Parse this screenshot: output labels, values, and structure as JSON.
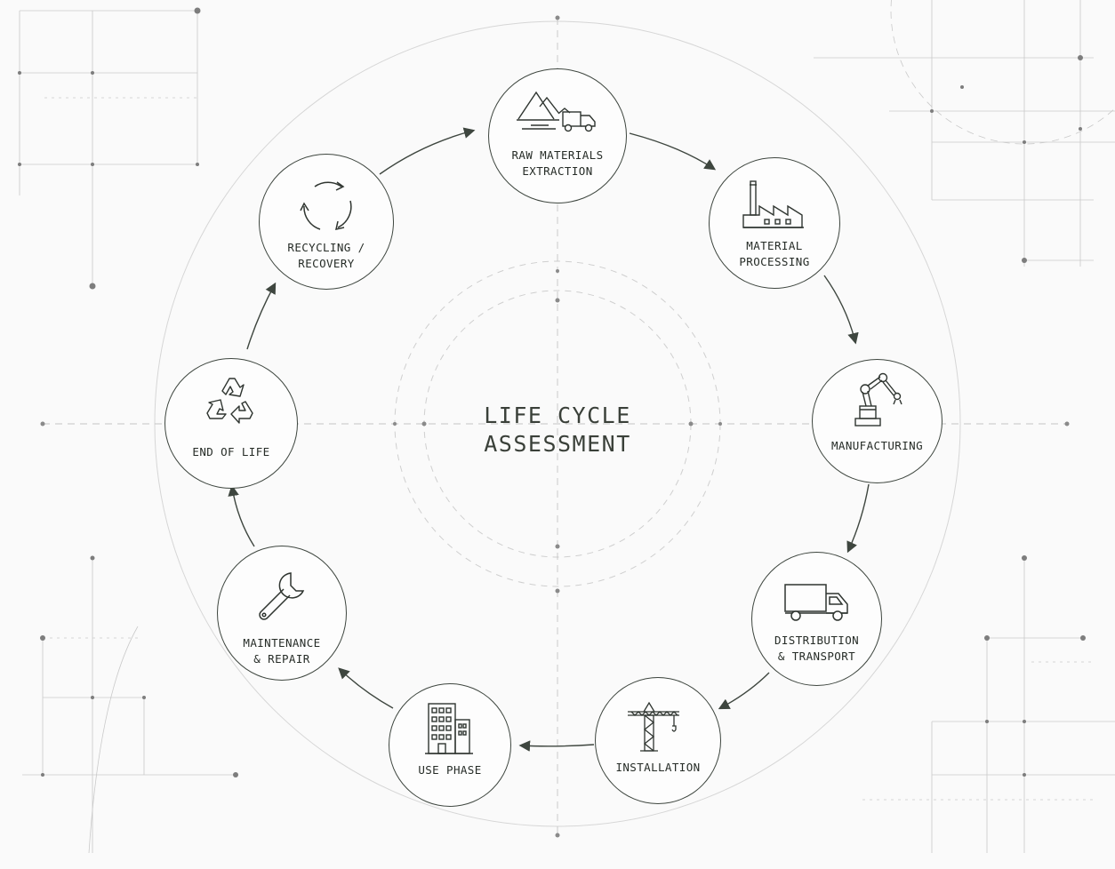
{
  "title": {
    "line1": "LIFE CYCLE",
    "line2": "ASSESSMENT"
  },
  "stages": [
    {
      "id": "raw-materials",
      "label": "RAW MATERIALS\nEXTRACTION",
      "icon": "mountains-truck-icon"
    },
    {
      "id": "material-processing",
      "label": "MATERIAL\nPROCESSING",
      "icon": "factory-icon"
    },
    {
      "id": "manufacturing",
      "label": "MANUFACTURING",
      "icon": "robot-arm-icon"
    },
    {
      "id": "distribution",
      "label": "DISTRIBUTION\n& TRANSPORT",
      "icon": "truck-icon"
    },
    {
      "id": "installation",
      "label": "INSTALLATION",
      "icon": "crane-icon"
    },
    {
      "id": "use-phase",
      "label": "USE PHASE",
      "icon": "building-icon"
    },
    {
      "id": "maintenance",
      "label": "MAINTENANCE\n& REPAIR",
      "icon": "wrench-icon"
    },
    {
      "id": "end-of-life",
      "label": "END OF LIFE",
      "icon": "recycle-symbol-icon"
    },
    {
      "id": "recycling",
      "label": "RECYCLING /\nRECOVERY",
      "icon": "cycle-arrows-icon"
    }
  ],
  "colors": {
    "stroke": "#3e463f",
    "text": "#262c27",
    "grid": "#bcbcbc",
    "background": "#fafafa"
  }
}
